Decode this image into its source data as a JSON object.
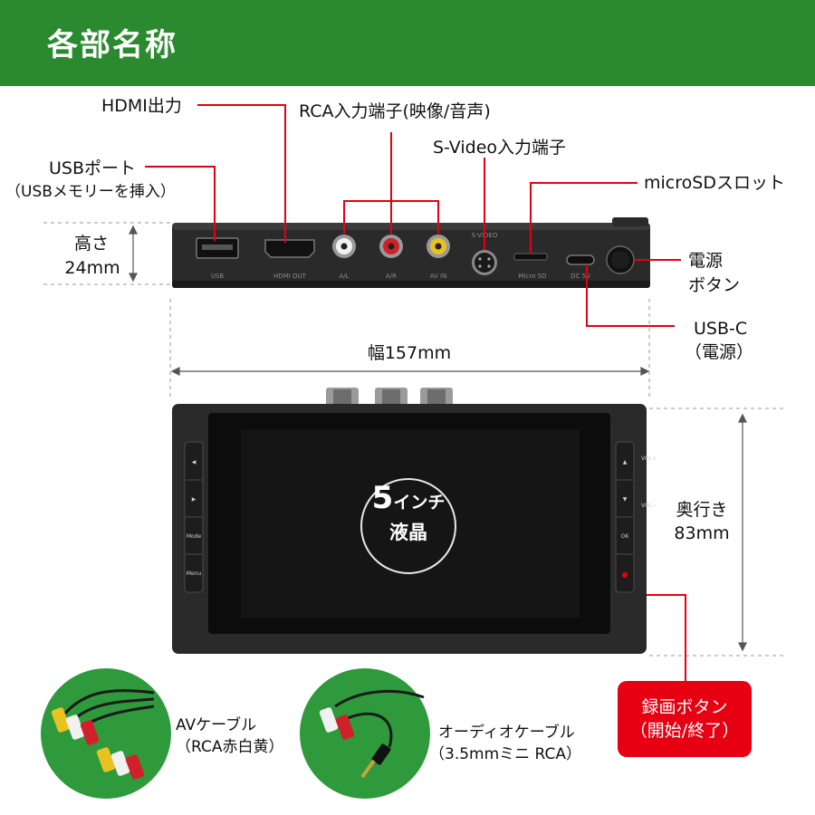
{
  "header": {
    "title": "各部名称"
  },
  "labels": {
    "hdmi": "HDMI出力",
    "rca": "RCA入力端子(映像/音声)",
    "svideo": "S-Video入力端子",
    "usb_port": "USBポート",
    "usb_port_note": "（USBメモリーを挿入）",
    "microsd": "microSDスロット",
    "height_label": "高さ",
    "height_value": "24mm",
    "power_line1": "電源",
    "power_line2": "ボタン",
    "usbc_line1": "USB-C",
    "usbc_line2": "（電源）",
    "width": "幅157mm",
    "depth_label": "奥行き",
    "depth_value": "83mm",
    "lcd_size": "5",
    "lcd_unit": "インチ",
    "lcd_type": "液晶",
    "rec_line1": "録画ボタン",
    "rec_line2": "（開始/終了）",
    "av_cable_line1": "AVケーブル",
    "av_cable_line2": "（RCA赤白黄）",
    "audio_cable_line1": "オーディオケーブル",
    "audio_cable_line2": "（3.5mmミニ RCA）"
  },
  "port_labels": {
    "usb": "USB",
    "hdmi": "HDMI OUT",
    "al": "A/L",
    "ar": "A/R",
    "avin": "AV IN",
    "svideo": "S-VIDEO",
    "microsd": "Micro SD",
    "dc": "DC 5V"
  },
  "side_buttons": {
    "left": [
      "◀",
      "▶",
      "Mode",
      "Menu"
    ],
    "right": [
      "▲",
      "▼",
      "OK",
      "●"
    ],
    "vol_plus": "VOL+",
    "vol_minus": "VOL−"
  },
  "colors": {
    "header_bg": "#2b8a2f",
    "accent_red": "#e60012",
    "cable_circle_bg": "#2e9a3c",
    "device_body": "#2a2a2a"
  }
}
